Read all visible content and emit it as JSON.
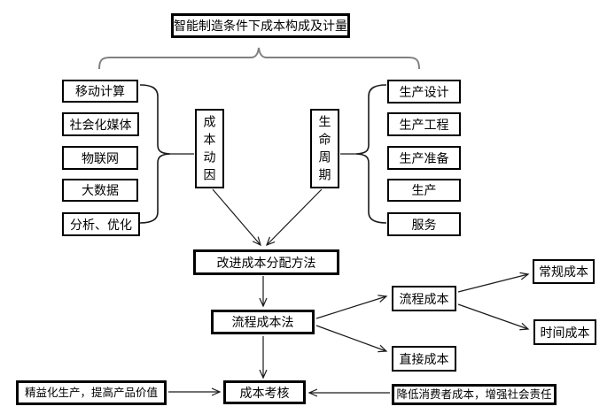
{
  "diagram": {
    "title": "智能制造条件下成本构成及计量",
    "tech_group": {
      "items": [
        "移动计算",
        "社会化媒体",
        "物联网",
        "大数据",
        "分析、优化"
      ],
      "node": "成本动因"
    },
    "lifecycle_group": {
      "items": [
        "生产设计",
        "生产工程",
        "生产准备",
        "生产",
        "服务"
      ],
      "node": "生命周期"
    },
    "flow": {
      "improve_method": "改进成本分配方法",
      "process_costing": "流程成本法",
      "process_cost": "流程成本",
      "direct_cost": "直接成本",
      "regular_cost": "常规成本",
      "time_cost": "时间成本",
      "assessment": "成本考核"
    },
    "notes": {
      "left": "精益化生产，提高产品价值",
      "right": "降低消费者成本，增强社会责任"
    },
    "colors": {
      "line": "#1a1a1a",
      "top_brace": "#808080",
      "box_border": "#000000",
      "background": "#ffffff"
    }
  }
}
